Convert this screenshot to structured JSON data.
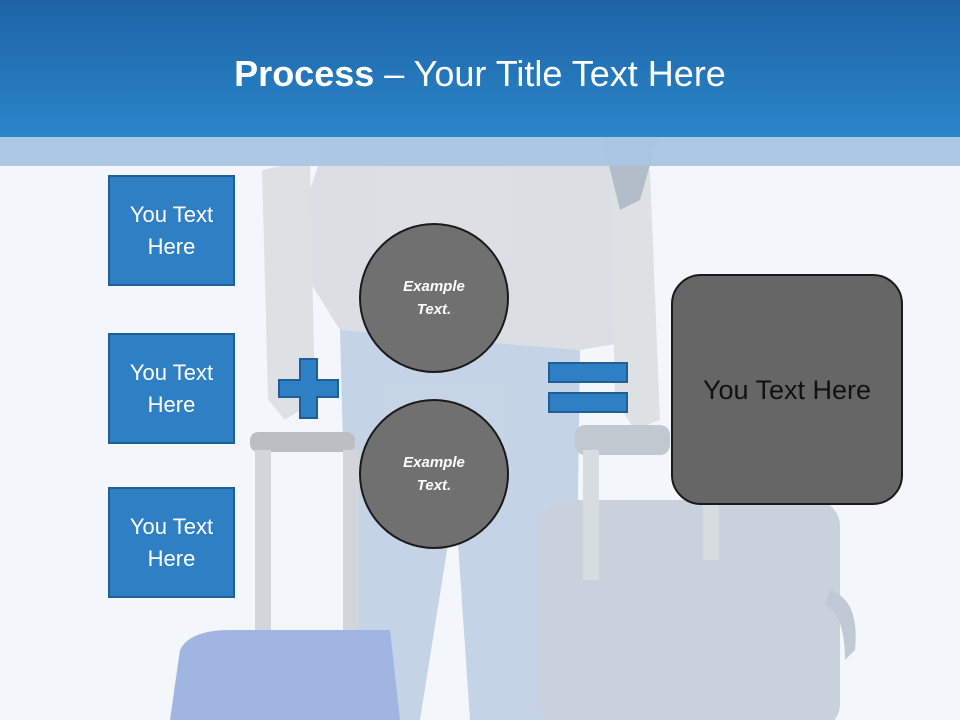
{
  "slide": {
    "title_bold": "Process",
    "title_dash": " – ",
    "title_rest": "Your Title Text Here"
  },
  "boxes": [
    {
      "label": "You Text Here"
    },
    {
      "label": "You Text Here"
    },
    {
      "label": "You Text Here"
    }
  ],
  "circles": [
    {
      "label": "Example Text."
    },
    {
      "label": "Example Text."
    }
  ],
  "result": {
    "label": "You Text Here"
  },
  "icons": {
    "plus": "plus-icon",
    "equals": "equals-icon"
  },
  "colors": {
    "header": "#2a86c9",
    "box_fill": "#2f7fc4",
    "circle_fill": "#707070",
    "result_fill": "#666666"
  }
}
